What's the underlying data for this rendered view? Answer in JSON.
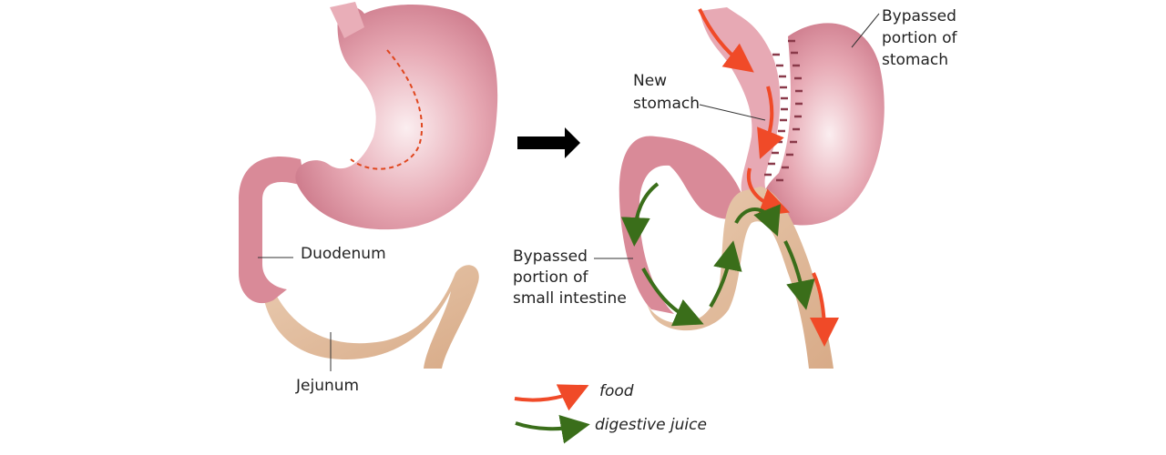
{
  "labels": {
    "duodenum": "Duodenum",
    "jejunum": "Jejunum",
    "new_stomach": [
      "New",
      "stomach"
    ],
    "bypassed_stomach": [
      "Bypassed",
      "portion of",
      "stomach"
    ],
    "bypassed_intestine": [
      "Bypassed",
      "portion of",
      "small intestine"
    ]
  },
  "legend": {
    "food": "food",
    "digestive_juice": "digestive juice"
  },
  "colors": {
    "stomach": "#d98a98",
    "intestine": "#e2bfa0",
    "food_arrow": "#f04a28",
    "juice_arrow": "#3a6e1a",
    "cut_line": "#e0461e"
  }
}
